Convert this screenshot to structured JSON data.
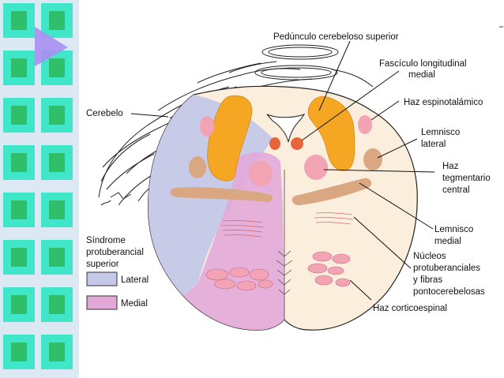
{
  "labels": {
    "peduncle": "Pedúnculo cerebeloso superior",
    "mlf_1": "Fascículo longitudinal",
    "mlf_2": "medial",
    "spinothalamic": "Haz espinotalámico",
    "lat_lemniscus_1": "Lemnisco",
    "lat_lemniscus_2": "lateral",
    "tegmental_1": "Haz",
    "tegmental_2": "tegmentario",
    "tegmental_3": "central",
    "med_lemniscus_1": "Lemnisco",
    "med_lemniscus_2": "medial",
    "nuclei_1": "Núcleos",
    "nuclei_2": "protuberanciales",
    "nuclei_3": "y fibras",
    "nuclei_4": "pontocerebelosas",
    "corticospinal": "Haz corticoespinal",
    "cerebellum": "Cerebelo"
  },
  "legend": {
    "title_1": "Síndrome",
    "title_2": "protuberancial",
    "title_3": "superior",
    "lateral": "Lateral",
    "medial": "Medial"
  },
  "colors": {
    "lateral": "#c5c8e8",
    "medial": "#e2a8d8",
    "orange": "#f5a623",
    "tan": "#d9a882",
    "pink": "#f2a3b4",
    "red": "#e8643a",
    "pons": "#fbeedd",
    "strip_cyan": "#3fe6c8",
    "strip_green": "#2fbf6a",
    "strip_blue": "#cfe3f7",
    "strip_violet": "#a98ff2"
  }
}
